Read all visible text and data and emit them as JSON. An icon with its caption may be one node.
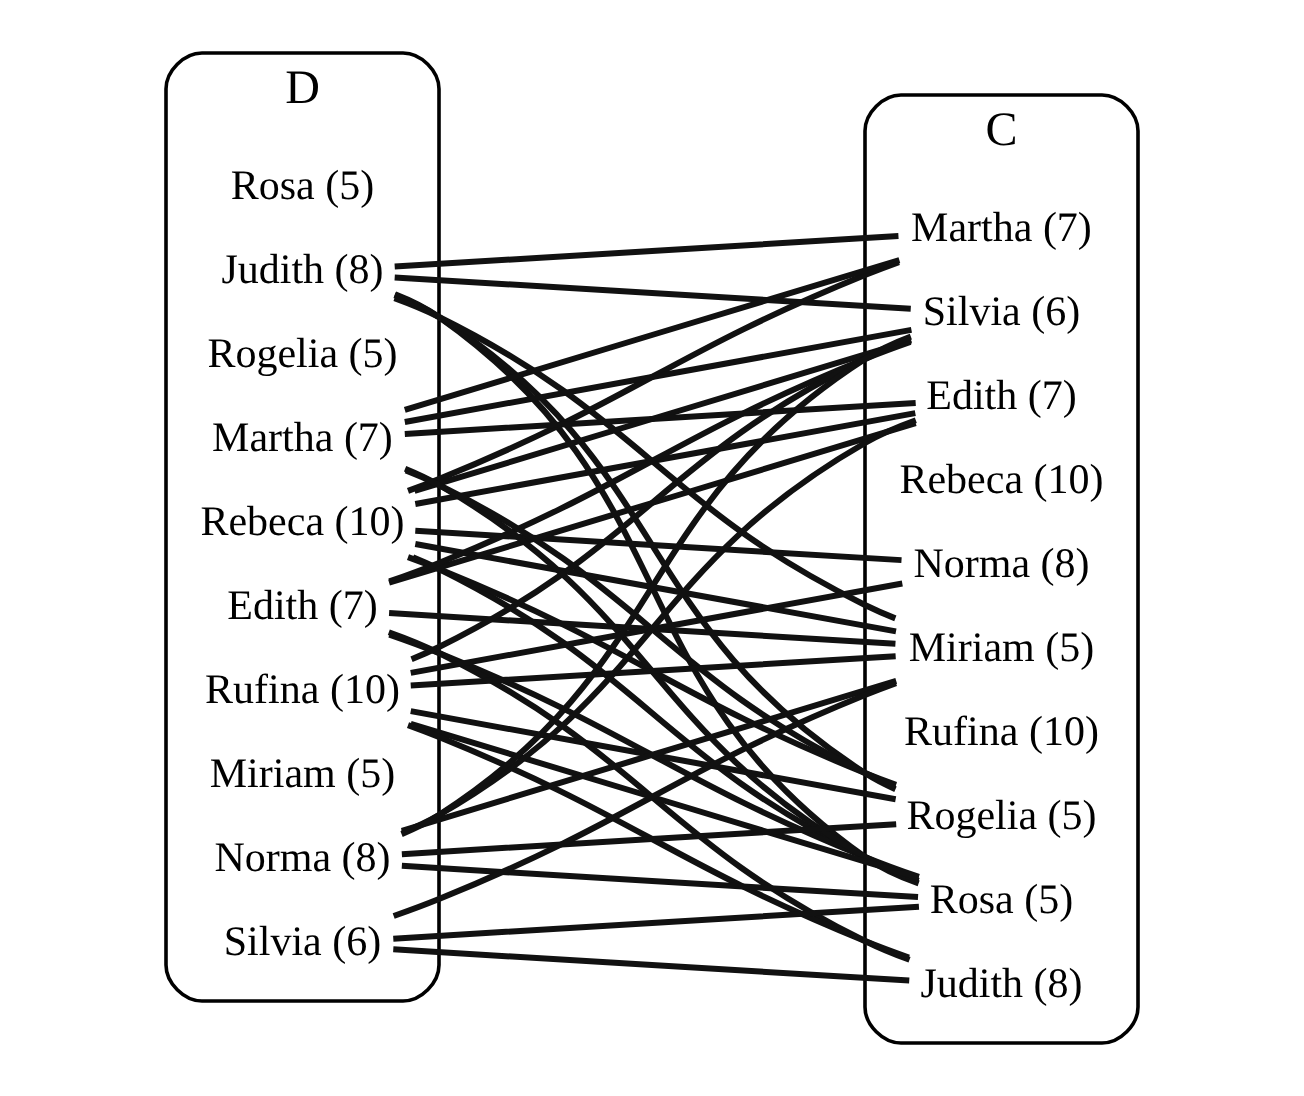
{
  "diagram": {
    "nodes": [
      {
        "text": [
          "D"
        ]
      },
      {
        "text": [
          "Rosa (5)"
        ],
        "in": 0
      },
      {
        "text": [
          "Judith (8)"
        ],
        "in": 0
      },
      {
        "text": [
          "Rogelia (5)"
        ],
        "in": 0
      },
      {
        "text": [
          "Rebeca (10)"
        ],
        "in": 0
      },
      {
        "text": [
          "Edith (7)"
        ],
        "in": 0
      },
      {
        "text": [
          "Martha (7)"
        ],
        "in": 0
      },
      {
        "text": [
          "Rufina (10)"
        ],
        "in": 0
      },
      {
        "text": [
          "Miriam (5)"
        ],
        "in": 0
      },
      {
        "text": [
          "Norma (8)"
        ],
        "in": 0
      },
      {
        "text": [
          "Silvia (6)"
        ],
        "in": 0
      },
      {
        "text": [
          "C"
        ]
      },
      {
        "text": [
          "Rosa (5)"
        ],
        "in": 11
      },
      {
        "text": [
          "Judith (8)"
        ],
        "in": 11
      },
      {
        "text": [
          "Rogelia (5)"
        ],
        "in": 11
      },
      {
        "text": [
          "Rebeca (10)"
        ],
        "in": 11
      },
      {
        "text": [
          "Edith (7)"
        ],
        "in": 11
      },
      {
        "text": [
          "Martha (7)"
        ],
        "in": 11
      },
      {
        "text": [
          "Rufina (10)"
        ],
        "in": 11
      },
      {
        "text": [
          "Miriam (5)"
        ],
        "in": 11
      },
      {
        "text": [
          "Norma (8)"
        ],
        "in": 11
      },
      {
        "text": [
          "Silvia (6)"
        ],
        "in": 11
      }
    ],
    "edges": [
      {
        "from": 2,
        "to": 12,
        "arrow": "none"
      },
      {
        "from": 2,
        "to": 14,
        "arrow": "none"
      },
      {
        "from": 2,
        "to": 17,
        "arrow": "none"
      },
      {
        "from": 2,
        "to": 19,
        "arrow": "none"
      },
      {
        "from": 2,
        "to": 21,
        "arrow": "none"
      },
      {
        "from": 4,
        "to": 12,
        "arrow": "none"
      },
      {
        "from": 4,
        "to": 14,
        "arrow": "none"
      },
      {
        "from": 4,
        "to": 16,
        "arrow": "none"
      },
      {
        "from": 4,
        "to": 17,
        "arrow": "none"
      },
      {
        "from": 4,
        "to": 19,
        "arrow": "none"
      },
      {
        "from": 4,
        "to": 20,
        "arrow": "none"
      },
      {
        "from": 4,
        "to": 21,
        "arrow": "none"
      },
      {
        "from": 5,
        "to": 12,
        "arrow": "none"
      },
      {
        "from": 5,
        "to": 13,
        "arrow": "none"
      },
      {
        "from": 5,
        "to": 16,
        "arrow": "none"
      },
      {
        "from": 5,
        "to": 19,
        "arrow": "none"
      },
      {
        "from": 5,
        "to": 21,
        "arrow": "none"
      },
      {
        "from": 6,
        "to": 12,
        "arrow": "none"
      },
      {
        "from": 6,
        "to": 14,
        "arrow": "none"
      },
      {
        "from": 6,
        "to": 16,
        "arrow": "none"
      },
      {
        "from": 6,
        "to": 17,
        "arrow": "none"
      },
      {
        "from": 6,
        "to": 21,
        "arrow": "none"
      },
      {
        "from": 7,
        "to": 12,
        "arrow": "none"
      },
      {
        "from": 7,
        "to": 13,
        "arrow": "none"
      },
      {
        "from": 7,
        "to": 14,
        "arrow": "none"
      },
      {
        "from": 7,
        "to": 19,
        "arrow": "none"
      },
      {
        "from": 7,
        "to": 20,
        "arrow": "none"
      },
      {
        "from": 7,
        "to": 21,
        "arrow": "none"
      },
      {
        "from": 9,
        "to": 12,
        "arrow": "none"
      },
      {
        "from": 9,
        "to": 14,
        "arrow": "none"
      },
      {
        "from": 9,
        "to": 16,
        "arrow": "none"
      },
      {
        "from": 9,
        "to": 19,
        "arrow": "none"
      },
      {
        "from": 9,
        "to": 21,
        "arrow": "none"
      },
      {
        "from": 10,
        "to": 12,
        "arrow": "none"
      },
      {
        "from": 10,
        "to": 13,
        "arrow": "none"
      },
      {
        "from": 10,
        "to": 19,
        "arrow": "none"
      }
    ]
  }
}
